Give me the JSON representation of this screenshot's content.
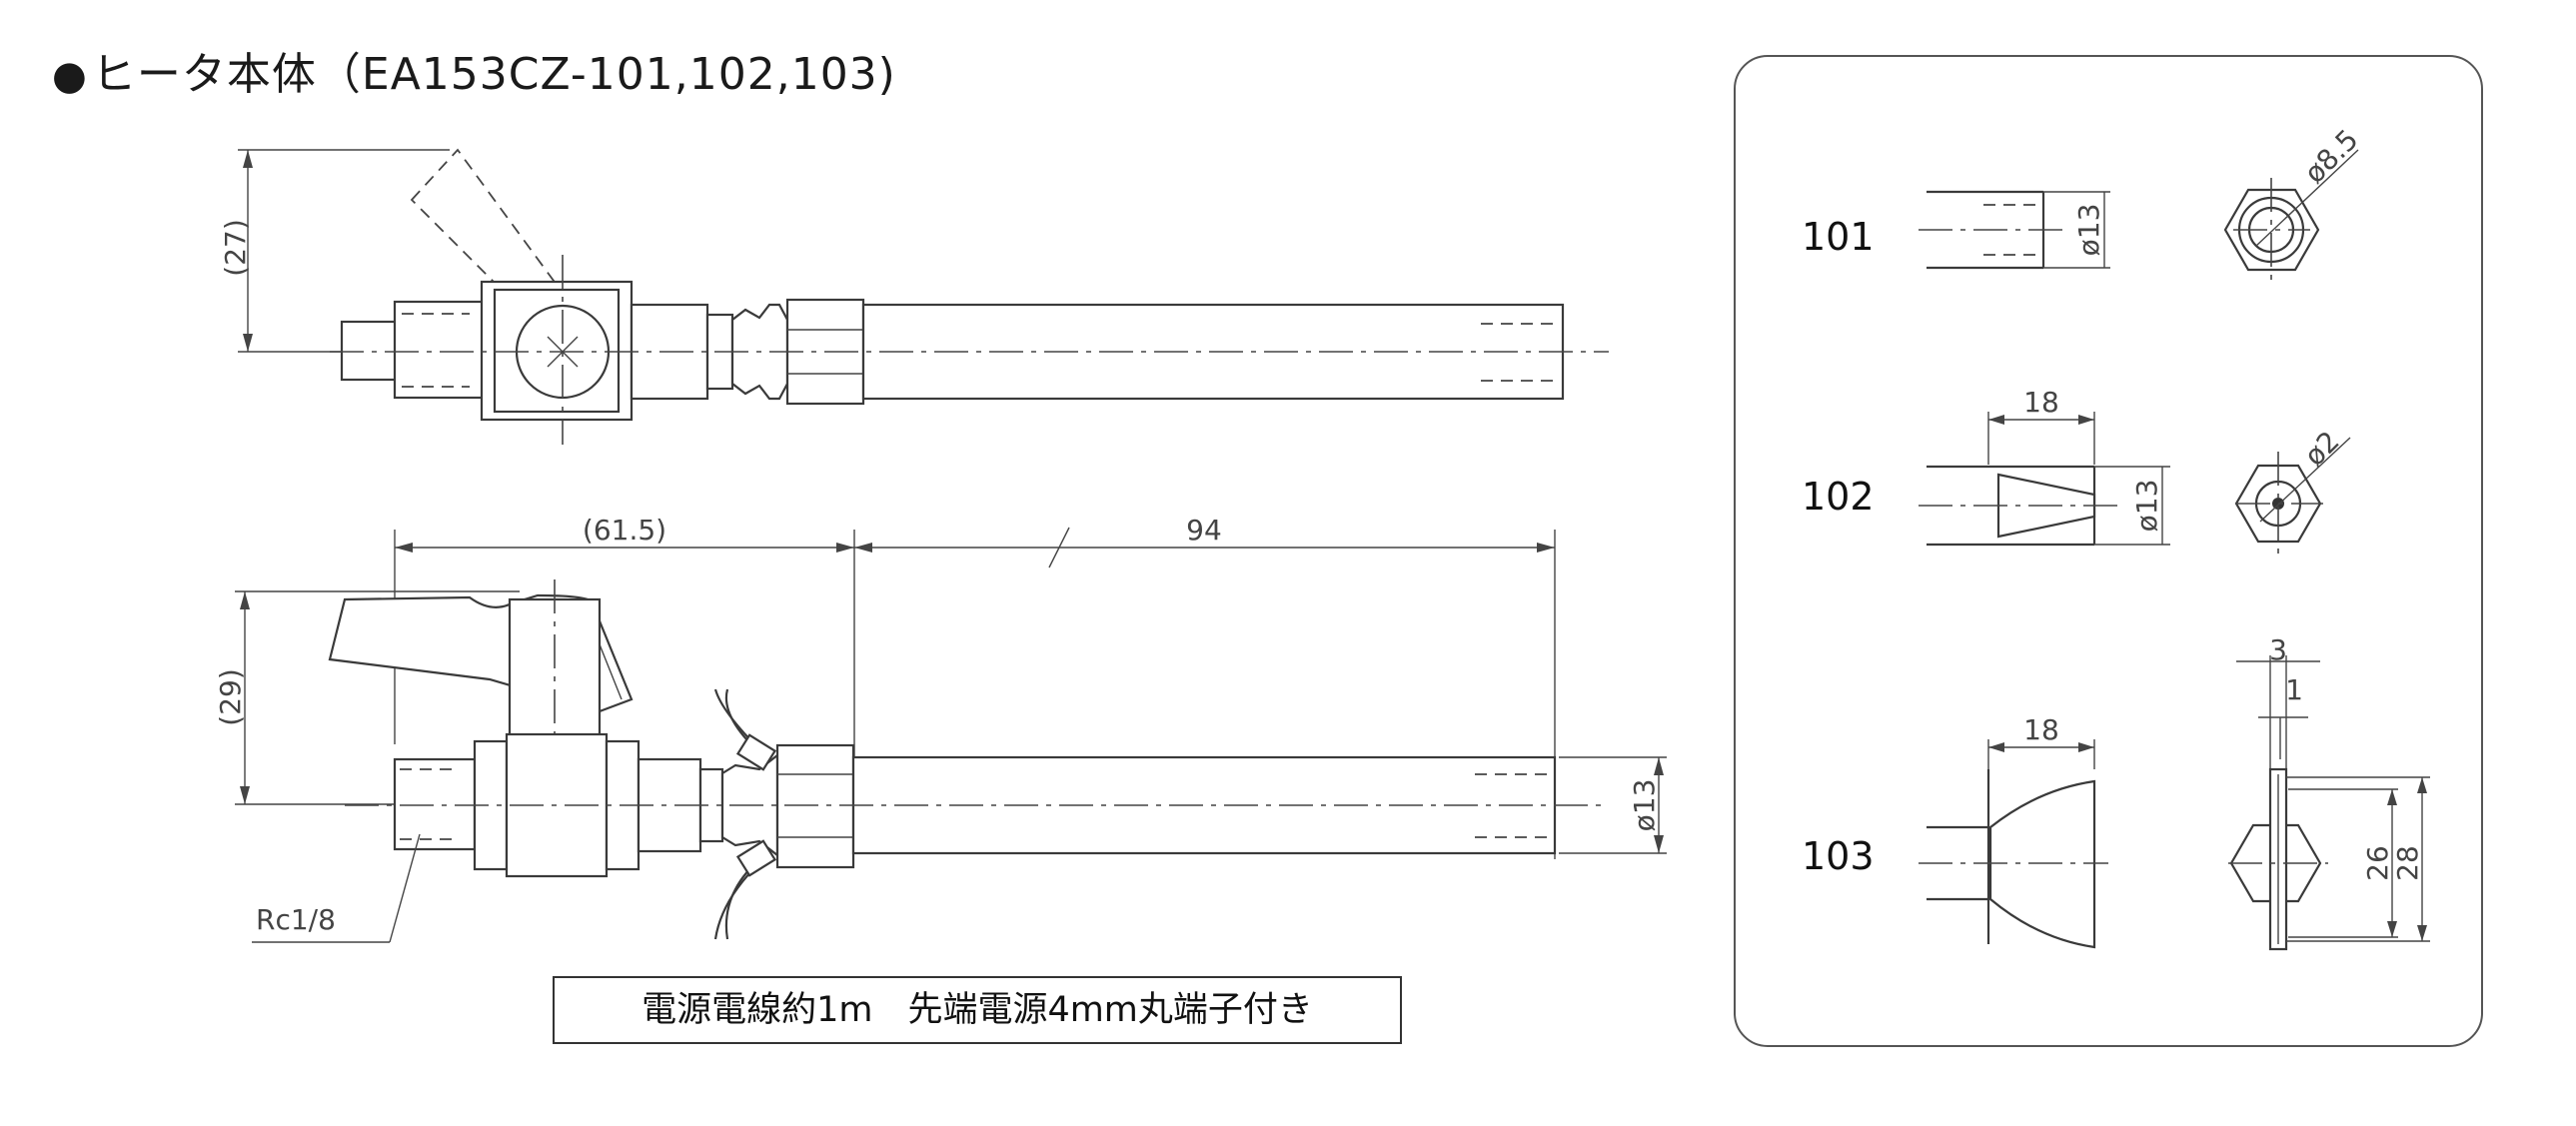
{
  "title": {
    "bullet": "●",
    "text": "ヒータ本体（EA153CZ-101,102,103)"
  },
  "main_drawing": {
    "dims": {
      "top_height": "(27)",
      "side_height": "(29)",
      "length_to_nut": "(61.5)",
      "tube_length": "94",
      "tube_diameter": "ø13"
    },
    "thread_label": "Rc1/8"
  },
  "note": "電源電線約1m　先端電源4mm丸端子付き",
  "variants": [
    {
      "label": "101",
      "dim_diameter": "ø13",
      "end_dim": "ø8.5"
    },
    {
      "label": "102",
      "dim_length": "18",
      "dim_diameter": "ø13",
      "end_dim": "ø2"
    },
    {
      "label": "103",
      "dim_length": "18",
      "dim_thickness": "3",
      "dim_inner": "1",
      "dim_width_a": "26",
      "dim_width_b": "28"
    }
  ]
}
